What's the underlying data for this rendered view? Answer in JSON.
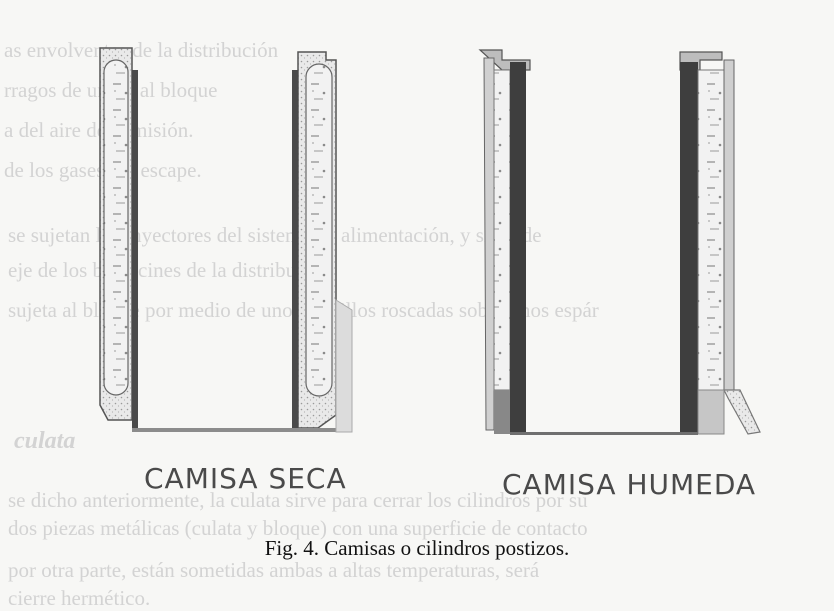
{
  "figure": {
    "caption": "Fig. 4. Camisas o cilindros postizos.",
    "labels": {
      "dry_liner": "CAMISA SECA",
      "wet_liner": "CAMISA HUMEDA"
    }
  },
  "background_text": [
    "as envolventes de la distribución",
    "rragos de unión al bloque",
    "a del aire de admisión.",
    "de los gases del escape.",
    "se sujetan los inyectores del sistema de alimentación, y sirve de",
    "eje de los balancines de la distribución.",
    "sujeta al bloque por medio de unos tornillos roscadas sobre unos espár",
    "culata",
    "se dicho anteriormente, la culata sirve para cerrar los cilindros por su",
    "dos piezas metálicas (culata y bloque) con una superficie de contacto",
    "por otra parte, están sometidas ambas a altas temperaturas, será",
    "cierre hermético."
  ],
  "colors": {
    "paper": "#f7f7f5",
    "ink": "#111111",
    "bleed_through": "#d3d3d3",
    "label_ink": "#4a4a4a"
  }
}
